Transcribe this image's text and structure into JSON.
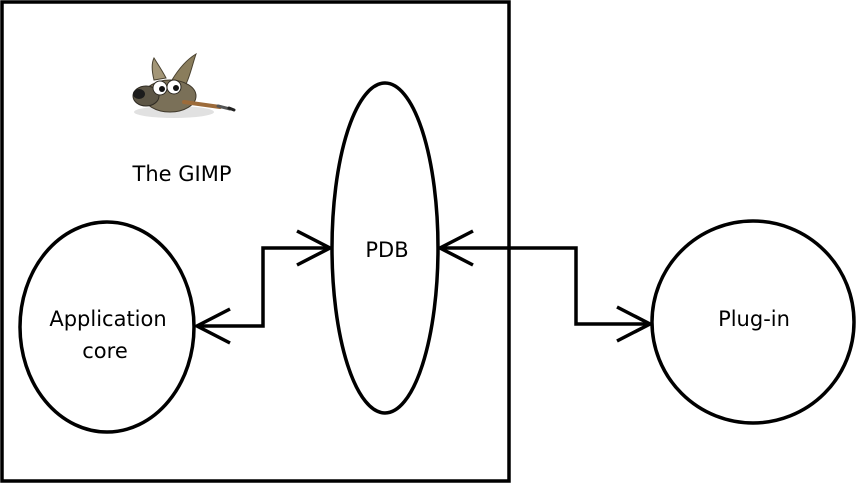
{
  "diagram": {
    "container": {
      "label": "The GIMP"
    },
    "nodes": {
      "application_core": {
        "label_line1": "Application",
        "label_line2": "core"
      },
      "pdb": {
        "label": "PDB"
      },
      "plug_in": {
        "label": "Plug-in"
      }
    },
    "connections": [
      {
        "from": "application_core",
        "to": "pdb",
        "direction": "bidirectional"
      },
      {
        "from": "pdb",
        "to": "plug_in",
        "direction": "bidirectional"
      }
    ],
    "icons": {
      "container_logo": "gimp-wilber-icon"
    },
    "colors": {
      "stroke": "#000000",
      "background": "#ffffff"
    }
  }
}
